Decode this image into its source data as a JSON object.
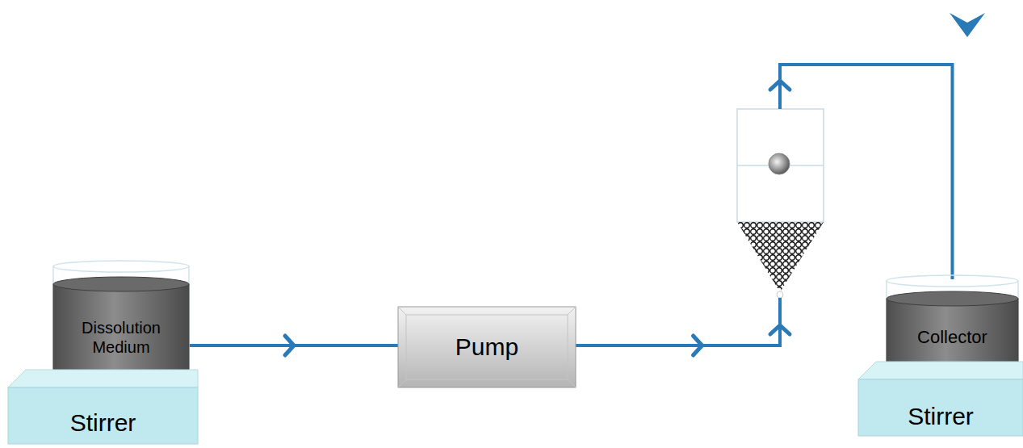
{
  "diagram": {
    "nodes": [
      {
        "text": [
          "Dissolution Medium"
        ]
      },
      {
        "text": [
          "Stirrer"
        ]
      },
      {
        "text": [
          "Pump"
        ]
      },
      {
        "text": [
          "Collector"
        ]
      },
      {
        "text": [
          "Stirrer"
        ]
      }
    ],
    "edges": [
      {
        "from": 0,
        "to": 2,
        "arrow": "to"
      },
      {
        "from": 2,
        "to": 3,
        "arrow": "to"
      }
    ]
  }
}
